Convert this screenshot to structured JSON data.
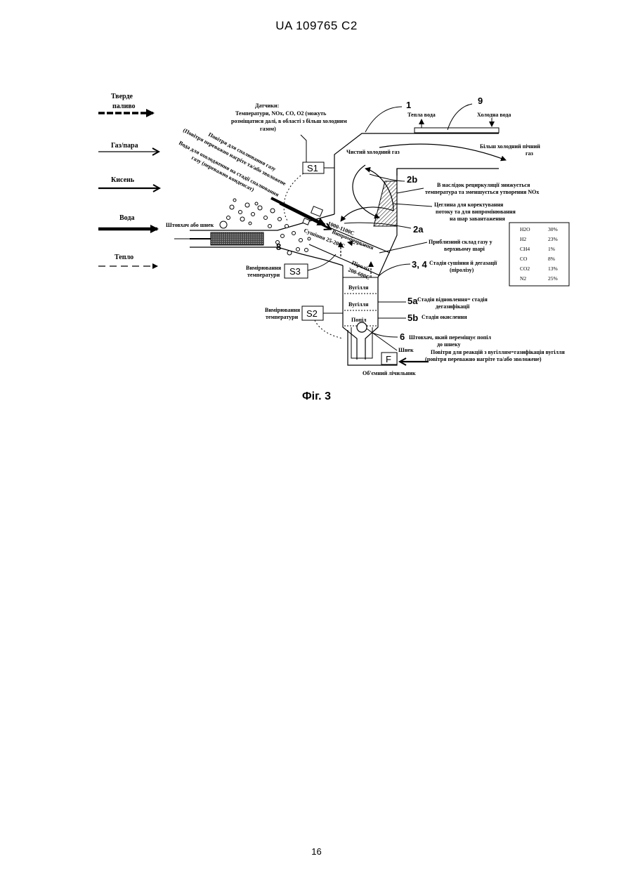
{
  "header": {
    "doc_id": "UA   109765   C2"
  },
  "legend": {
    "solid_fuel_1": "Тверде",
    "solid_fuel_2": "паливо",
    "gas_steam": "Газ/пара",
    "oxygen": "Кисень",
    "water": "Вода",
    "heat": "Тепло"
  },
  "diagram": {
    "n1": "1",
    "n9": "9",
    "n2b": "2b",
    "n2a": "2a",
    "n34": "3, 4",
    "n5a": "5a",
    "n5b": "5b",
    "n6": "6",
    "n8": "8",
    "warm_water": "Тепла вода",
    "cold_water": "Холодна вода",
    "colder_flue_1": "Більш холодний пічний",
    "colder_flue_2": "газ",
    "clean_cold_gas": "Чистий холодний газ",
    "sensors_1": "Датчики:",
    "sensors_2": "Температури, NOx, CO, O2 (можуть",
    "sensors_3": "розміщатися далі, в області з більш холодним",
    "sensors_4": "газом)",
    "s1": "S1",
    "s2": "S2",
    "s3": "S3",
    "f": "F",
    "recirc_1": "В наслідок рециркуляції знижується",
    "recirc_2": "температура та зменшується утворення NOx",
    "brick_1": "Цеглина для коректування",
    "brick_2": "потоку та для випромінювання",
    "brick_3": "на шар завантаження",
    "gas_comp_1": "Приблизний склад газу у",
    "gas_comp_2": "верхньому шарі",
    "drying_1": "Стадія сушіння й дегазації",
    "drying_2": "(піролізу)",
    "reduction_1": "Стадія відновлення= стадія",
    "reduction_2": "дегазифікації",
    "oxidation": "Стадія окислення",
    "ash_pusher_1": "Штовхач, який переміщує попіл",
    "ash_pusher_2": "до шнеку",
    "screw": "Шнек",
    "air_react_1": "Повітря для реакцій з вугіллям=газифікація вугілля",
    "air_react_2": "(повітря переважно нагріте та/або зволожене)",
    "volume_meter": "Об'ємний лічильник",
    "pusher_or_screw": "Штовхач або шнек",
    "temp_meas_1": "Вимірювання",
    "temp_meas_2": "температури",
    "air_comb_1": "Повітря для спалювання газу",
    "air_comb_2": "(Повітря переважно нагріте та/або зволожене",
    "water_cool_1": "Вода для охолодження на стадії спалювання",
    "water_cool_2": "газу (переважно конденсат)",
    "t_1000": "1000-1100С",
    "radiation": "Випромінювання",
    "t_zone": "Сушіння 25-200С",
    "pyrolysis_1": "Піроліз",
    "pyrolysis_2": "200-600С",
    "charcoal_1": "Вугілля",
    "charcoal_2": "Вугілля",
    "ash": "Попіл",
    "gas_table": [
      {
        "gas": "H2O",
        "pct": "30%"
      },
      {
        "gas": "H2",
        "pct": "23%"
      },
      {
        "gas": "CH4",
        "pct": "1%"
      },
      {
        "gas": "CO",
        "pct": "8%"
      },
      {
        "gas": "CO2",
        "pct": "13%"
      },
      {
        "gas": "N2",
        "pct": "25%"
      }
    ]
  },
  "caption": "Фіг. 3",
  "page_number": "16"
}
